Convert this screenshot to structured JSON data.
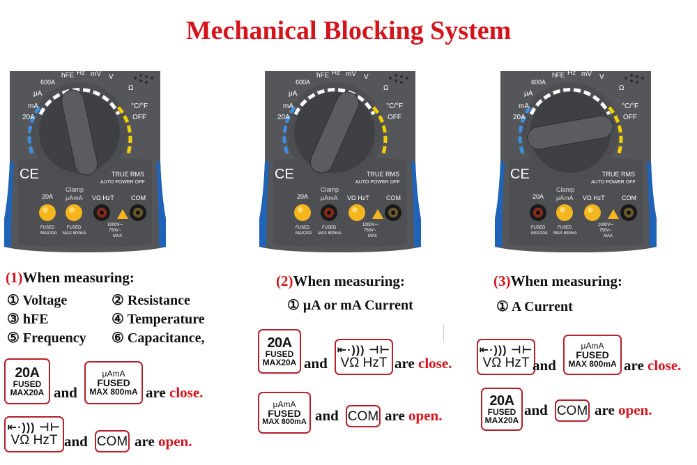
{
  "title": "Mechanical Blocking System",
  "meter": {
    "dial_labels": [
      "hFE",
      "Hz",
      "mV",
      "V",
      "600A",
      "μA",
      "mA",
      "20A",
      "Ω",
      "°C/°F",
      "OFF"
    ],
    "ce": "CE",
    "true_rms": "TRUE RMS",
    "auto_power_off": "AUTO POWER OFF",
    "jack_20a": "20A",
    "jack_clamp": "Clamp",
    "jack_uama": "μAmA",
    "jack_vohm": "VΩ HzT",
    "jack_com": "COM",
    "fused_20a": "FUSED",
    "max_20a": "MAX20A",
    "fused_ma": "FUSED",
    "max_ma": "MAX 800mA",
    "v_rating_1": "1000V⎓",
    "v_rating_2": "750V~",
    "v_rating_3": "MAX",
    "colors": {
      "body": "#595a5c",
      "blue": "#1f63b8",
      "knob": "#4a4b4d",
      "yellow": "#f4b51e",
      "red_jack": "#8c2a1a"
    }
  },
  "col1": {
    "num": "(1)",
    "heading": "When measuring:",
    "items": [
      "① Voltage",
      "② Resistance",
      "③ hFE",
      "④ Temperature",
      "⑤ Frequency",
      "⑥ Capacitance,"
    ],
    "and1": "and",
    "are1": "are",
    "state1": "close.",
    "and2": "and",
    "are2": "are",
    "state2": "open."
  },
  "col2": {
    "num": "(2)",
    "heading": "When measuring:",
    "items": [
      "① μA or mA Current"
    ],
    "and1": "and",
    "are1": "are",
    "state1": "close.",
    "and2": "and",
    "are2": "are",
    "state2": "open."
  },
  "col3": {
    "num": "(3)",
    "heading": "When measuring:",
    "items": [
      "① A Current"
    ],
    "and1": "and",
    "are1": "are",
    "state1": "close.",
    "and2": "and",
    "are2": "are",
    "state2": "open."
  },
  "boxes": {
    "a20_top": "20A",
    "a20_fused": "FUSED",
    "a20_max": "MAX20A",
    "ua_top": "μAmA",
    "ua_fused": "FUSED",
    "ua_max": "MAX 800mA",
    "v_symbols": "⇤·))) ⊣⊢",
    "v_text": "VΩ HzT",
    "com": "COM"
  }
}
